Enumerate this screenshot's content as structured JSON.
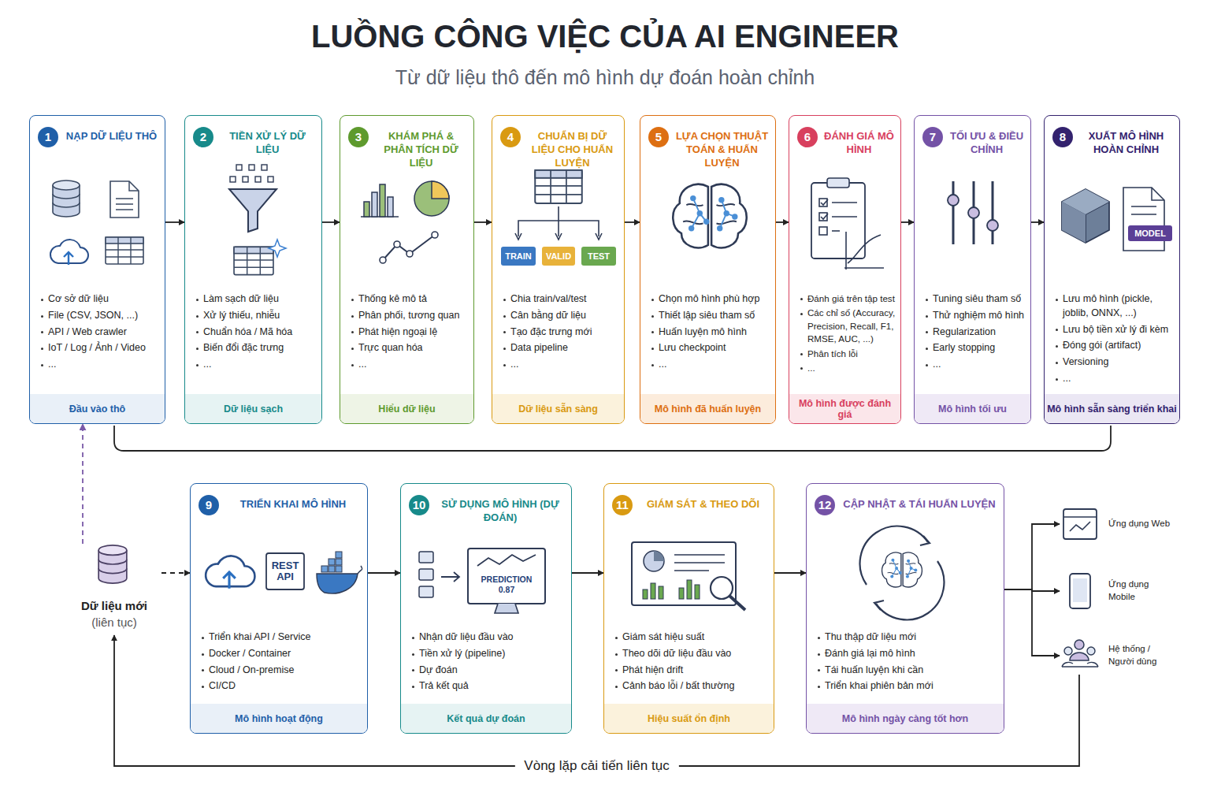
{
  "diagram": {
    "title": "LUỒNG CÔNG VIỆC CỦA AI ENGINEER",
    "caption": "Từ dữ liệu thô đến mô hình dự đoán hoàn chỉnh",
    "nodes": [
      {
        "text": [
          "1",
          "NẠP DỮ LIỆU THÔ",
          "Cơ sở dữ liệu",
          "File (CSV, JSON, ...)",
          "API / Web crawler",
          "IoT / Log / Ảnh / Video",
          "...",
          "Đầu vào thô"
        ]
      },
      {
        "text": [
          "2",
          "TIỀN XỬ LÝ DỮ LIỆU",
          "Làm sạch dữ liệu",
          "Xử lý thiếu, nhiễu",
          "Chuẩn hóa / Mã hóa",
          "Biến đổi đặc trưng",
          "...",
          "Dữ liệu sạch"
        ]
      },
      {
        "text": [
          "3",
          "KHÁM PHÁ & PHÂN TÍCH DỮ LIỆU",
          "Thống kê mô tả",
          "Phân phối, tương quan",
          "Phát hiện ngoại lệ",
          "Trực quan hóa",
          "...",
          "Hiểu dữ liệu"
        ]
      },
      {
        "text": [
          "4",
          "CHUẨN BỊ DỮ LIỆU CHO HUẤN LUYỆN",
          "Chia train/val/test",
          "Cân bằng dữ liệu",
          "Tạo đặc trưng mới",
          "Data pipeline",
          "...",
          "Dữ liệu sẵn sàng"
        ]
      },
      {
        "text": [
          "5",
          "LỰA CHỌN THUẬT TOÁN & HUẤN LUYỆN",
          "Chọn mô hình phù hợp",
          "Thiết lập siêu tham số",
          "Huấn luyện mô hình",
          "Lưu checkpoint",
          "...",
          "Mô hình đã huấn luyện"
        ]
      },
      {
        "text": [
          "6",
          "ĐÁNH GIÁ MÔ HÌNH",
          "Đánh giá trên tập test",
          "Các chỉ số (Accuracy, Precision, Recall, F1, RMSE, AUC, ...)",
          "Phân tích lỗi",
          "...",
          "Mô hình được đánh giá"
        ]
      },
      {
        "text": [
          "7",
          "TỐI ƯU & ĐIỀU CHỈNH",
          "Tuning siêu tham số",
          "Thử nghiệm mô hình",
          "Regularization",
          "Early stopping",
          "...",
          "Mô hình tối ưu"
        ]
      },
      {
        "text": [
          "8",
          "XUẤT MÔ HÌNH HOÀN CHỈNH",
          "Lưu mô hình (pickle, joblib, ONNX, ...)",
          "Lưu bộ tiền xử lý đi kèm",
          "Đóng gói (artifact)",
          "Versioning",
          "...",
          "Mô hình sẵn sàng triển khai"
        ]
      },
      {
        "text": [
          "Dữ liệu mới",
          "(liên tục)"
        ]
      },
      {
        "text": [
          "9",
          "TRIỂN KHAI MÔ HÌNH",
          "Triển khai API / Service",
          "Docker / Container",
          "Cloud / On-premise",
          "CI/CD",
          "Mô hình hoạt động"
        ]
      },
      {
        "text": [
          "10",
          "SỬ DỤNG MÔ HÌNH (DỰ ĐOÁN)",
          "Nhận dữ liệu đầu vào",
          "Tiền xử lý (pipeline)",
          "Dự đoán",
          "Trả kết quả",
          "Kết quả dự đoán"
        ]
      },
      {
        "text": [
          "11",
          "GIÁM SÁT & THEO DÕI",
          "Giám sát hiệu suất",
          "Theo dõi dữ liệu đầu vào",
          "Phát hiện drift",
          "Cảnh báo lỗi / bất thường",
          "Hiệu suất ổn định"
        ]
      },
      {
        "text": [
          "12",
          "CẬP NHẬT & TÁI HUẤN LUYỆN",
          "Thu thập dữ liệu mới",
          "Đánh giá lại mô hình",
          "Tái huấn luyện khi cần",
          "Triển khai phiên bản mới",
          "Mô hình ngày càng tốt hơn"
        ]
      },
      {
        "text": [
          "Ứng dụng Web"
        ]
      },
      {
        "text": [
          "Ứng dụng Mobile"
        ]
      },
      {
        "text": [
          "Hệ thống / Người dùng"
        ]
      }
    ],
    "edges": [
      {
        "from": 0,
        "to": 1,
        "arrow": "to"
      },
      {
        "from": 1,
        "to": 2,
        "arrow": "to"
      },
      {
        "from": 2,
        "to": 3,
        "arrow": "to"
      },
      {
        "from": 3,
        "to": 4,
        "arrow": "to"
      },
      {
        "from": 4,
        "to": 5,
        "arrow": "to"
      },
      {
        "from": 5,
        "to": 6,
        "arrow": "to"
      },
      {
        "from": 6,
        "to": 7,
        "arrow": "to"
      },
      {
        "from": 8,
        "to": 0,
        "arrow": "to"
      },
      {
        "from": 8,
        "to": 9,
        "arrow": "to"
      },
      {
        "from": 9,
        "to": 10,
        "arrow": "to"
      },
      {
        "from": 10,
        "to": 11,
        "arrow": "to"
      },
      {
        "from": 11,
        "to": 12,
        "arrow": "to"
      },
      {
        "from": 12,
        "to": 13,
        "arrow": "to"
      },
      {
        "from": 12,
        "to": 14,
        "arrow": "to"
      },
      {
        "from": 12,
        "to": 15,
        "arrow": "to"
      },
      {
        "from": 15,
        "to": 8,
        "label": "Vòng lặp cải tiến liên tục",
        "arrow": "to"
      }
    ],
    "labels": [
      "TRAIN",
      "VALID",
      "TEST",
      "MODEL",
      "REST API",
      "PREDICTION 0.87"
    ]
  }
}
